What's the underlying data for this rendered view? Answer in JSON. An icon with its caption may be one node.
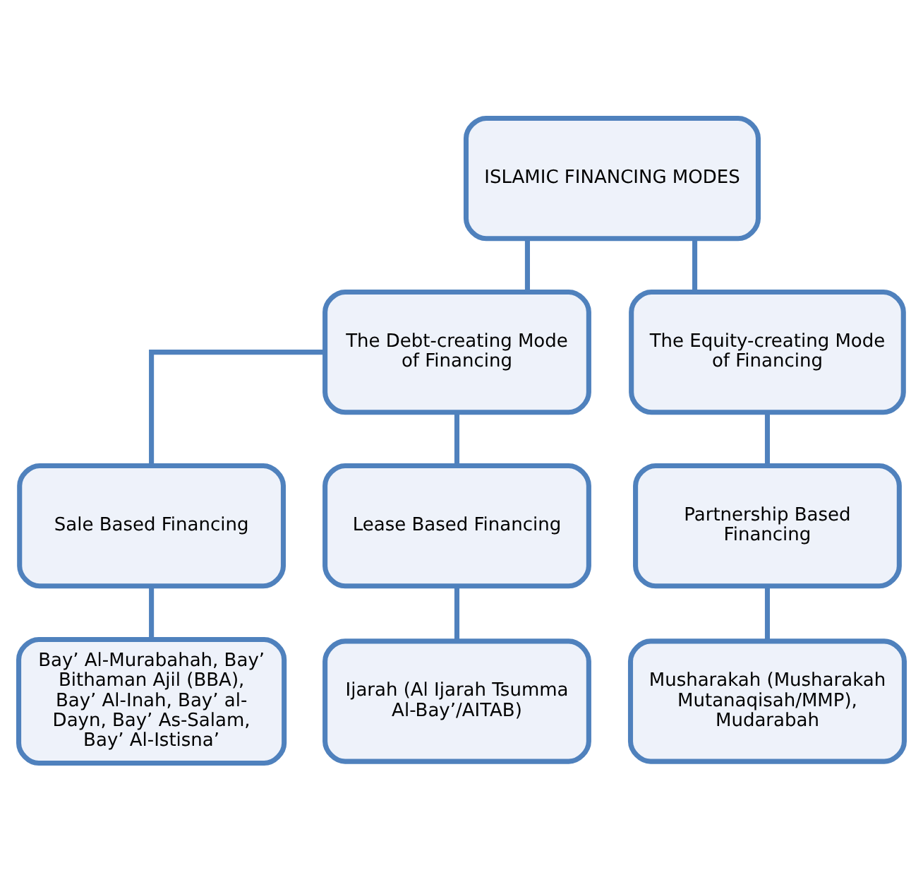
{
  "diagram": {
    "nodes": [
      {
        "text": [
          "ISLAMIC FINANCING MODES"
        ]
      },
      {
        "text": [
          "The Debt-creating Mode of Financing"
        ]
      },
      {
        "text": [
          "The Equity-creating Mode of Financing"
        ]
      },
      {
        "text": [
          "Sale Based Financing"
        ]
      },
      {
        "text": [
          "Lease Based Financing"
        ]
      },
      {
        "text": [
          "Partnership Based Financing"
        ]
      },
      {
        "text": [
          "Bay’ Al-Murabahah, Bay’ Bithaman Ajil (BBA), Bay’ Al-Inah, Bay’ al-Dayn, Bay’ As-Salam, Bay’ Al-Istisna’"
        ]
      },
      {
        "text": [
          "Ijarah (Al Ijarah Tsumma Al-Bay’/AITAB)"
        ]
      },
      {
        "text": [
          "Musharakah (Musharakah Mutanaqisah/MMP), Mudarabah"
        ]
      }
    ],
    "edges": [
      {
        "from": 0,
        "to": 1,
        "arrow": "none"
      },
      {
        "from": 0,
        "to": 2,
        "arrow": "none"
      },
      {
        "from": 1,
        "to": 3,
        "arrow": "none"
      },
      {
        "from": 1,
        "to": 4,
        "arrow": "none"
      },
      {
        "from": 2,
        "to": 5,
        "arrow": "none"
      },
      {
        "from": 3,
        "to": 6,
        "arrow": "none"
      },
      {
        "from": 4,
        "to": 7,
        "arrow": "none"
      },
      {
        "from": 5,
        "to": 8,
        "arrow": "none"
      }
    ]
  }
}
